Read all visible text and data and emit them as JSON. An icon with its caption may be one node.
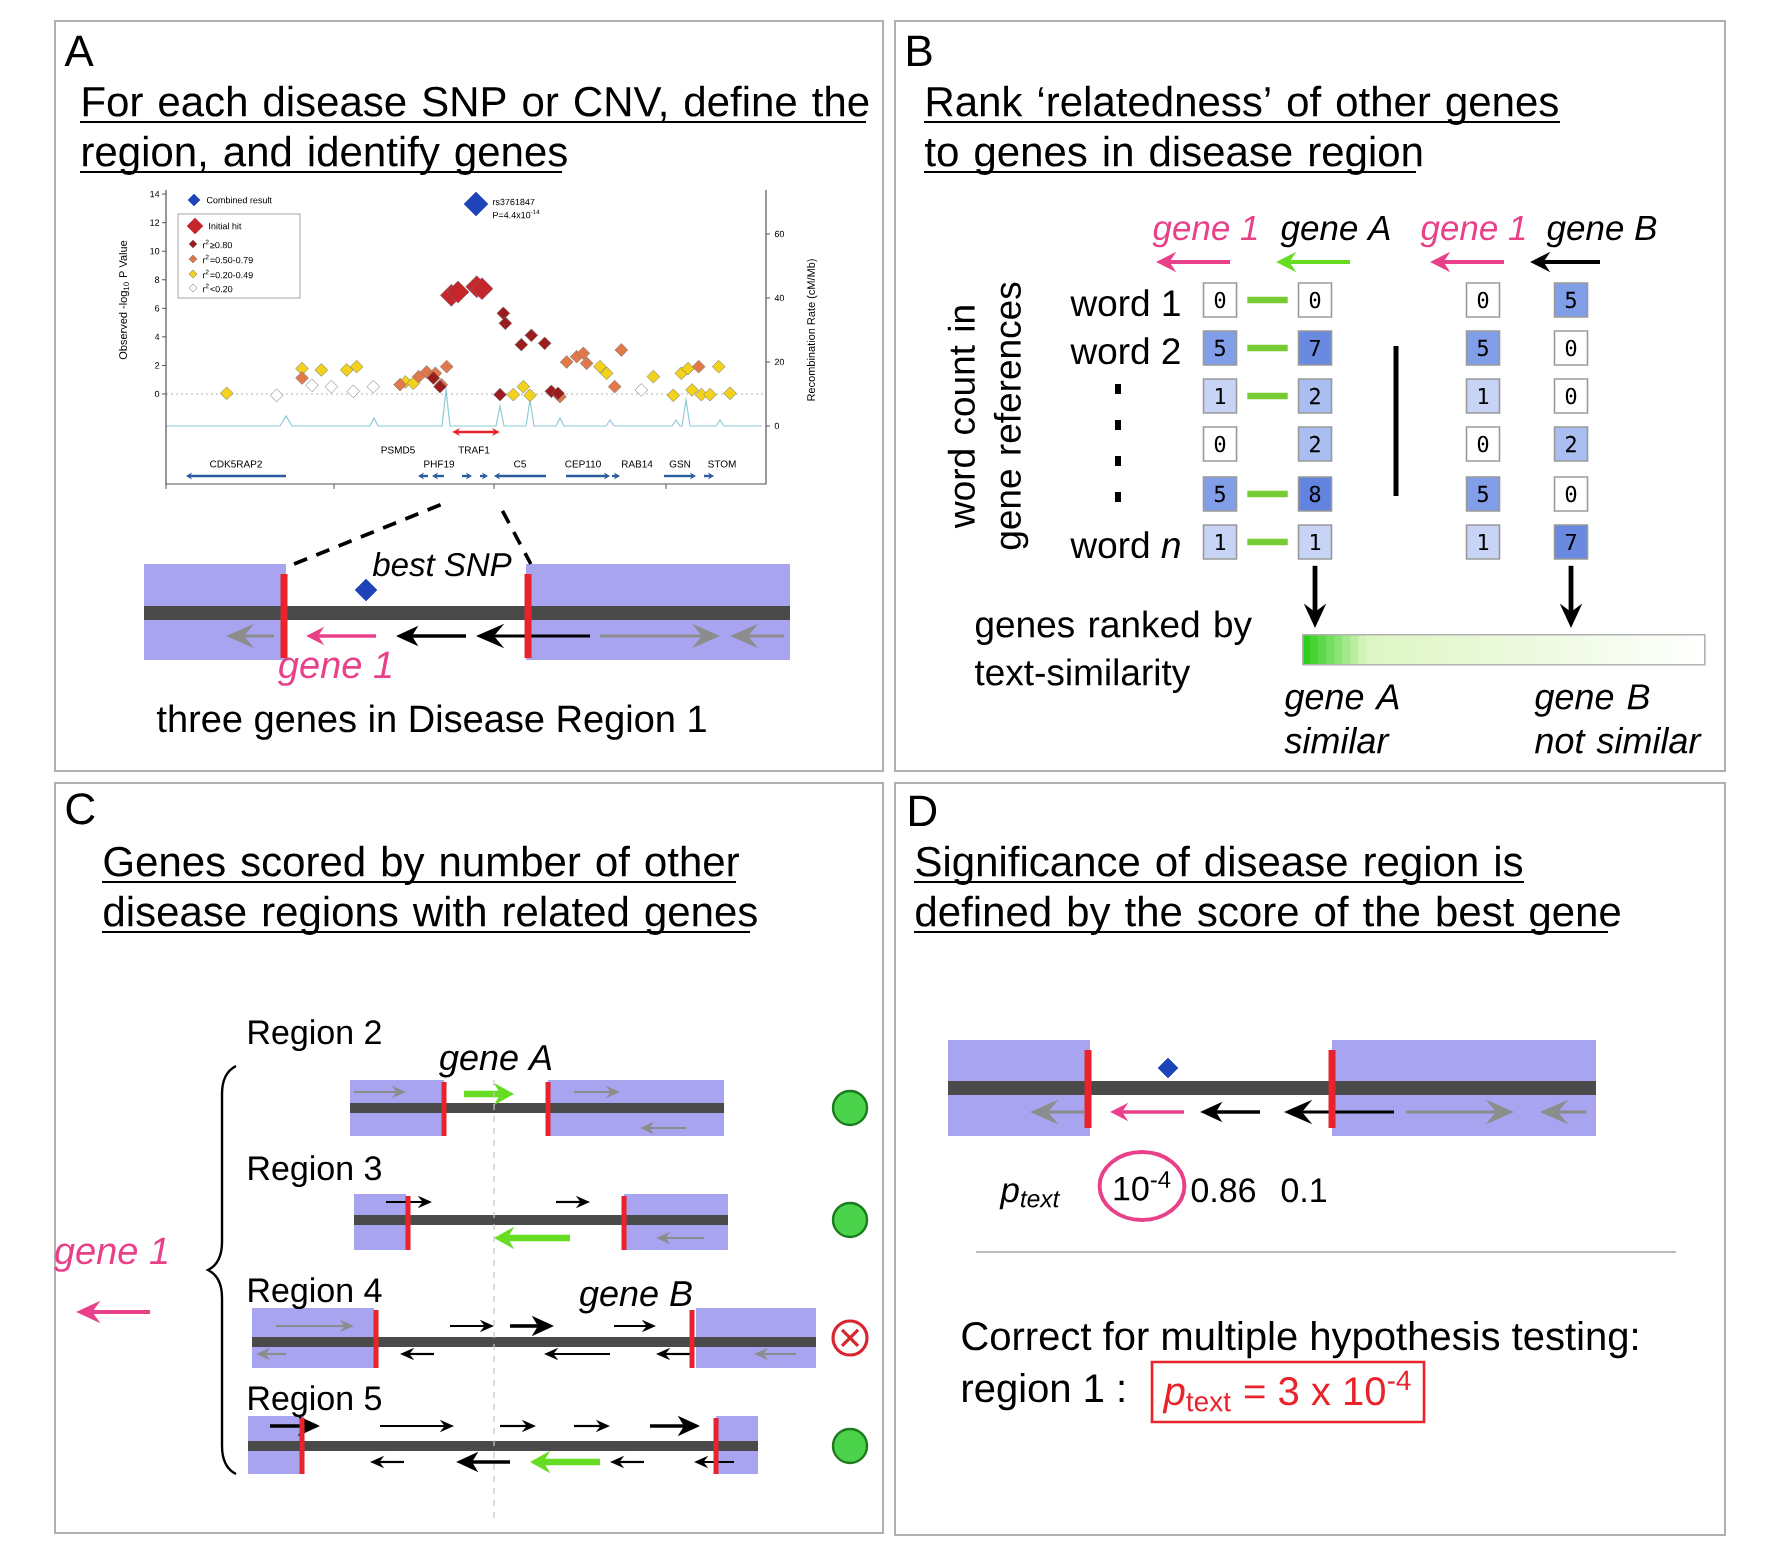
{
  "diagram": {
    "nodes": [
      {
        "text": [
          "A",
          "For each disease SNP or CNV, define the region, and identify genes"
        ]
      },
      {
        "text": [
          "rs3761847",
          "P=4.4x10$^{-14}$",
          "PSMD5",
          "TRAF1",
          "CDK5RAP2",
          "PHF19",
          "C5",
          "CEP110",
          "RAB14",
          "GSN",
          "STOM"
        ],
        "in": 0,
        "beside": [
          "14",
          "12",
          "10",
          "8",
          "6",
          "4",
          "2",
          "0",
          "Observed -log$_{10}$ P Value",
          "60",
          "40",
          "20",
          "0",
          "Recombination Rate (cM/Mb)"
        ]
      },
      {
        "text": [
          "best SNP"
        ],
        "in": 0,
        "beside": [
          "gene 1",
          "three genes in Disease Region 1"
        ]
      },
      {
        "text": [
          "B",
          "Rank ‘relatedness’ of other genes to genes in disease region"
        ]
      },
      {
        "text": [
          "0"
        ],
        "in": 3
      },
      {
        "text": [
          "0"
        ],
        "in": 3
      },
      {
        "text": [
          "0"
        ],
        "in": 3
      },
      {
        "text": [
          "5"
        ],
        "in": 3
      },
      {
        "text": [
          "5"
        ],
        "in": 3
      },
      {
        "text": [
          "7"
        ],
        "in": 3
      },
      {
        "text": [
          "5"
        ],
        "in": 3
      },
      {
        "text": [
          "0"
        ],
        "in": 3
      },
      {
        "text": [
          "1"
        ],
        "in": 3
      },
      {
        "text": [
          "2"
        ],
        "in": 3
      },
      {
        "text": [
          "1"
        ],
        "in": 3
      },
      {
        "text": [
          "0"
        ],
        "in": 3
      },
      {
        "text": [
          "0"
        ],
        "in": 3
      },
      {
        "text": [
          "2"
        ],
        "in": 3
      },
      {
        "text": [
          "0"
        ],
        "in": 3
      },
      {
        "text": [
          "2"
        ],
        "in": 3
      },
      {
        "text": [
          "5"
        ],
        "in": 3
      },
      {
        "text": [
          "8"
        ],
        "in": 3
      },
      {
        "text": [
          "5"
        ],
        "in": 3
      },
      {
        "text": [
          "0"
        ],
        "in": 3
      },
      {
        "text": [
          "1"
        ],
        "in": 3
      },
      {
        "text": [
          "1"
        ],
        "in": 3
      },
      {
        "text": [
          "1"
        ],
        "in": 3
      },
      {
        "text": [
          "7"
        ],
        "in": 3
      },
      {
        "text": [],
        "shape": "bar",
        "in": 3,
        "beside": [
          "genes ranked by text-similarity",
          "gene A similar",
          "gene B not similar"
        ]
      },
      {
        "text": [
          "C",
          "Genes scored by number of other disease regions with related genes"
        ]
      },
      {
        "text": [
          "Region 2",
          "gene A"
        ],
        "in": 29
      },
      {
        "text": [
          "Region 3"
        ],
        "in": 29
      },
      {
        "text": [
          "Region 4",
          "gene B"
        ],
        "in": 29
      },
      {
        "text": [
          "Region 5"
        ],
        "in": 29
      },
      {
        "text": [
          "D",
          "Significance of disease region is defined by the score of the best gene"
        ]
      },
      {
        "text": [],
        "shape": "bar",
        "in": 34
      },
      {
        "text": [
          "10$^{-4}$"
        ],
        "in": 34
      },
      {
        "text": [
          "*p*$_{text}$ = 3 x 10$^{-4}$"
        ],
        "in": 34,
        "beside": [
          "region 1 :"
        ]
      }
    ],
    "edges": [
      {
        "from": 1,
        "to": 2,
        "arrow": "none",
        "style": "dashed",
        "color": "#000000"
      },
      {
        "from": 1,
        "to": 2,
        "arrow": "none",
        "style": "dashed",
        "color": "#000000"
      },
      {
        "from": 4,
        "to": 5,
        "arrow": "none",
        "color": "#77cc33"
      },
      {
        "from": 8,
        "to": 9,
        "arrow": "none",
        "color": "#77cc33"
      },
      {
        "from": 12,
        "to": 13,
        "arrow": "none",
        "color": "#77cc33"
      },
      {
        "from": 20,
        "to": 21,
        "arrow": "none",
        "color": "#77cc33"
      },
      {
        "from": 24,
        "to": 25,
        "arrow": "none",
        "color": "#77cc33"
      },
      {
        "from": 25,
        "to": 28,
        "arrow": "to",
        "color": "#000000"
      },
      {
        "from": 27,
        "to": 28,
        "arrow": "to",
        "color": "#000000"
      }
    ],
    "labels": [
      "gene 1",
      "gene A",
      "gene 1",
      "gene B",
      "word count in gene references",
      "word 1",
      "word 2",
      "word *n*",
      "gene 1",
      "p$_{text}$",
      "0.86",
      "0.1",
      "Correct for multiple hypothesis testing:"
    ],
    "legend": [
      {
        "text": "Combined result"
      },
      {
        "text": "Initial hit"
      },
      {
        "text": "r$^{2}$≥0.80"
      },
      {
        "text": "r$^{2}$=0.50-0.79"
      },
      {
        "text": "r$^{2}$=0.20-0.49"
      },
      {
        "text": "r$^{2}$<0.20"
      }
    ]
  }
}
